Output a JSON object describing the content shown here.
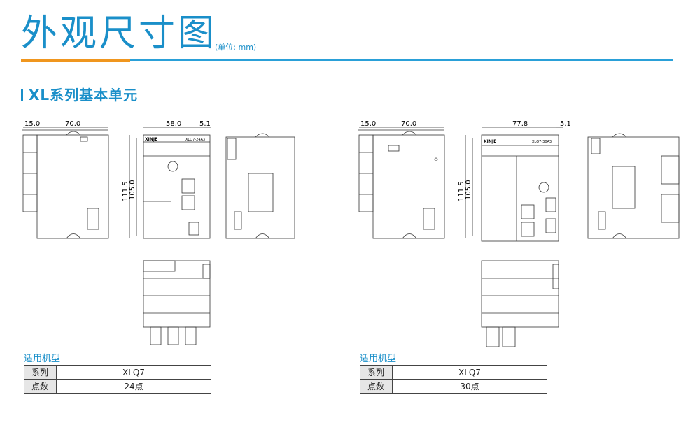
{
  "title": "外观尺寸图",
  "unit": "(单位: mm)",
  "section": "XL系列基本单元",
  "left": {
    "dims": {
      "d1": "15.0",
      "d2": "70.0",
      "d3": "58.0",
      "d4": "5.1",
      "h1": "111.5",
      "h2": "105.0"
    },
    "brand": "XINJE",
    "model_code": "XLQ7-24A3",
    "model_label": "适用机型",
    "rows": [
      {
        "key": "系列",
        "value": "XLQ7"
      },
      {
        "key": "点数",
        "value": "24点"
      }
    ]
  },
  "right": {
    "dims": {
      "d1": "15.0",
      "d2": "70.0",
      "d3": "77.8",
      "d4": "5.1",
      "h1": "111.5",
      "h2": "105.0"
    },
    "brand": "XINJE",
    "model_code": "XLQ7-30A3",
    "model_label": "适用机型",
    "rows": [
      {
        "key": "系列",
        "value": "XLQ7"
      },
      {
        "key": "点数",
        "value": "30点"
      }
    ]
  },
  "colors": {
    "accent": "#1a8fc9",
    "orange": "#f0961e"
  }
}
